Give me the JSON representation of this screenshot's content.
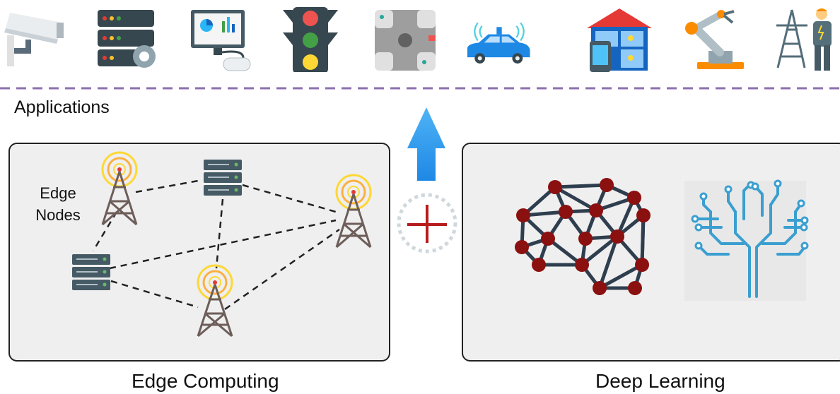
{
  "applications": {
    "label": "Applications",
    "icons": [
      "surveillance-camera-icon",
      "server-gear-icon",
      "gaming-monitor-icon",
      "traffic-light-icon",
      "intersection-icon",
      "autonomous-car-icon",
      "smart-home-icon",
      "robot-arm-icon",
      "power-worker-icon"
    ]
  },
  "edge": {
    "nodes_label_line1": "Edge",
    "nodes_label_line2": "Nodes",
    "title": "Edge Computing"
  },
  "deep": {
    "title": "Deep Learning"
  },
  "colors": {
    "dashed_line": "#8c6fb0",
    "arrow": "#2196f3",
    "plus": "#b71c1c",
    "node": "#8b1010",
    "edge_line": "#2f3e4e",
    "brain_circuit": "#3a9fd0"
  }
}
